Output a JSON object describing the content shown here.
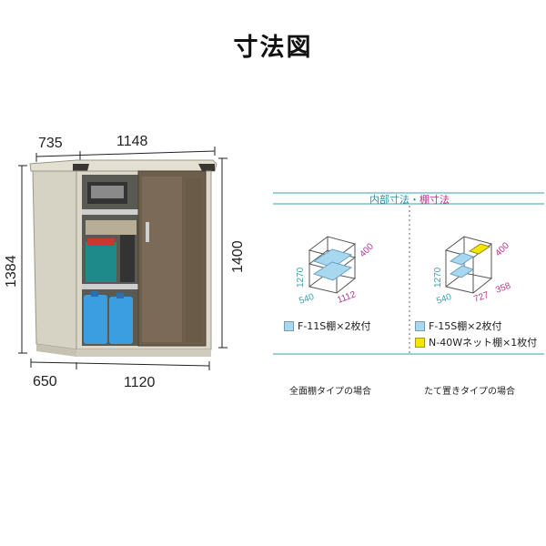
{
  "title": "寸法図",
  "exterior": {
    "top_depth": "735",
    "top_width": "1148",
    "left_height": "1384",
    "right_height": "1400",
    "bottom_depth": "650",
    "bottom_width": "1120"
  },
  "panel": {
    "header_internal": "内部寸法",
    "header_separator": "・",
    "header_shelf": "棚寸法",
    "left": {
      "shelf_depth": "400",
      "height": "1270",
      "depth": "540",
      "width": "1112",
      "legend": [
        {
          "color": "#a8d8ef",
          "label": "F-11S棚×2枚付"
        }
      ],
      "caption": "全面棚タイプの場合"
    },
    "right": {
      "shelf_depth": "400",
      "height": "1270",
      "depth": "540",
      "width_a": "727",
      "width_b": "358",
      "legend": [
        {
          "color": "#a8d8ef",
          "label": "F-15S棚×2枚付"
        },
        {
          "color": "#f5e500",
          "label": "N-40Wネット棚×1枚付"
        }
      ],
      "caption": "たて置きタイプの場合"
    }
  },
  "colors": {
    "shed_body": "#d9d6c8",
    "door": "#6e5e4c",
    "shelf_blue": "#a8d8ef",
    "net_yellow": "#f5e500",
    "accent_teal": "#3aa0b0",
    "accent_magenta": "#c4308d"
  }
}
